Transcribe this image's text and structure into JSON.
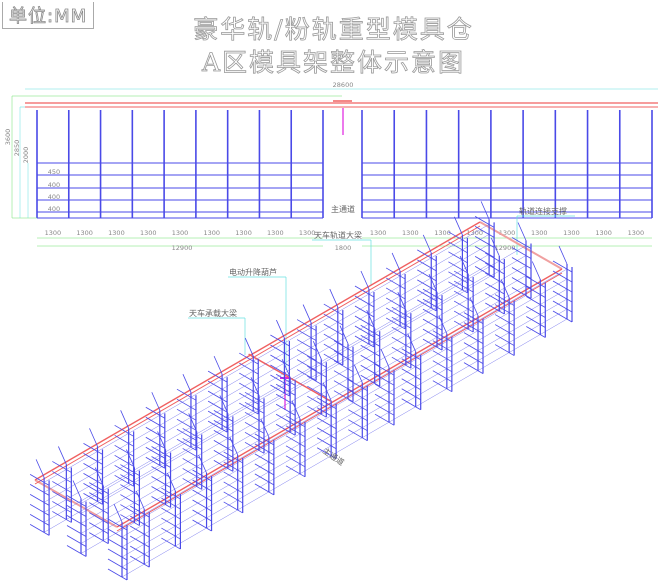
{
  "unit_label": "单位:MM",
  "title_line1": "豪华轨/粉轨重型模具仓",
  "title_line2": "A区模具架整体示意图",
  "elevation": {
    "total_length": "28600",
    "heights": [
      "3600",
      "2850",
      "2000"
    ],
    "shelf_spacings": [
      "450",
      "400",
      "400",
      "400"
    ],
    "bay_width": "1300",
    "bays_per_side": 9,
    "section_length": "12900",
    "aisle_width": "1800",
    "aisle_label": "主通道"
  },
  "iso_labels": {
    "rail_connection_brace": "轨道连接支撑",
    "crane_rail_beam": "天车轨道大梁",
    "electric_hoist": "电动升降葫芦",
    "crane_load_beam": "天车承载大梁",
    "aisle": "主通道"
  },
  "colors": {
    "rack": "#4a4ae8",
    "rail": "#f06060",
    "dim": "#66e0e0",
    "dim2": "#6ee06e",
    "hoist": "#e020e0"
  }
}
